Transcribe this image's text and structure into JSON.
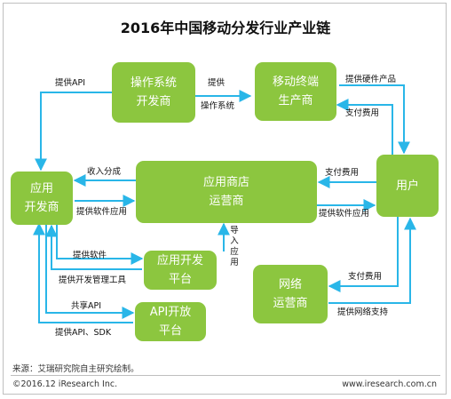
{
  "title": "2016年中国移动分发行业产业链",
  "nodes": {
    "os_developer": [
      "操作系统",
      "开发商"
    ],
    "device_maker": [
      "移动终端",
      "生产商"
    ],
    "app_developer": [
      "应用",
      "开发商"
    ],
    "app_store": [
      "应用商店",
      "运营商"
    ],
    "user": [
      "用户"
    ],
    "dev_platform": [
      "应用开发",
      "平台"
    ],
    "network_operator": [
      "网络",
      "运营商"
    ],
    "api_platform": [
      "API开放",
      "平台"
    ]
  },
  "edge_labels": {
    "provide_api": "提供API",
    "provide": "提供",
    "os": "操作系统",
    "provide_hardware": "提供硬件产品",
    "pay_fee_device": "支付费用",
    "revenue_share": "收入分成",
    "provide_software_app": "提供软件应用",
    "pay_fee_store": "支付费用",
    "provide_software_app_user": "提供软件应用",
    "import_app": "导入应用",
    "provide_software": "提供软件",
    "provide_dev_tools": "提供开发管理工具",
    "pay_fee_network": "支付费用",
    "provide_network": "提供网络支持",
    "share_api": "共享API",
    "provide_api_sdk": "提供API、SDK"
  },
  "colors": {
    "node_fill": "#8cc63f",
    "arrow": "#29b6e8"
  },
  "footer": {
    "source": "来源：艾瑞研究院自主研究绘制。",
    "copyright": "©2016.12 iResearch Inc.",
    "website": "www.iresearch.com.cn"
  }
}
